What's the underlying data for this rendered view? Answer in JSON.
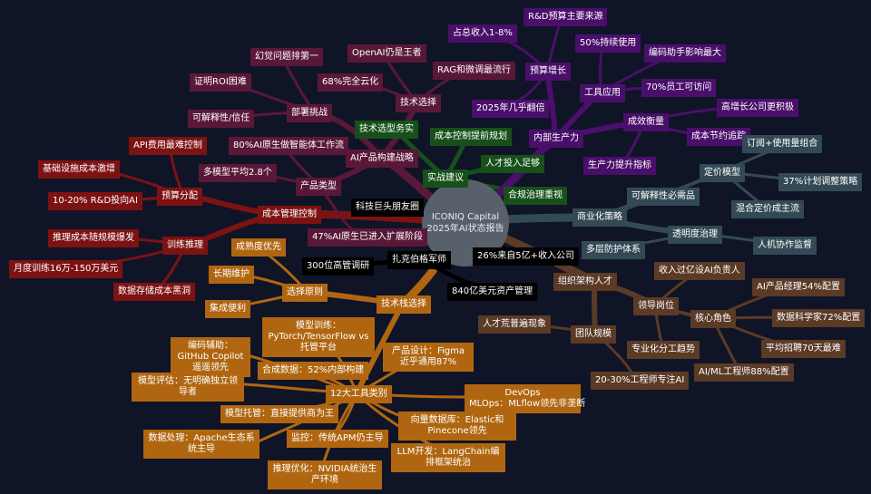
{
  "center": {
    "line1": "ICONIQ Capital",
    "line2": "2025年AI状态报告"
  },
  "colors": {
    "red": "#7d1212",
    "pink": "#5a1838",
    "purple": "#4a0f6a",
    "green": "#17501a",
    "teal": "#334a55",
    "brown": "#5b3a26",
    "orange": "#b06610",
    "black": "#000000"
  },
  "labels": {
    "cost_control": "成本管理控制",
    "budget_alloc": "预算分配",
    "api_cost": "API费用最难控制",
    "infra_cost": "基础设施成本激增",
    "rd_to_ai": "10-20% R&D投向AI",
    "training_infer": "训练推理",
    "infer_cost": "推理成本随规模爆发",
    "train_cost": "月度训练16万-150万美元",
    "storage_cost": "数据存储成本黑洞",
    "tech_giants": "科技巨头朋友圈",
    "product_strategy": "AI产品构建战略",
    "ai_native_agent": "80%AI原生做智能体工作流",
    "product_type": "产品类型",
    "multi_model": "多模型平均2.8个",
    "ai_native_scale": "47%AI原生已进入扩展阶段",
    "deploy_challenge": "部署挑战",
    "hallucination": "幻觉问题排第一",
    "prove_roi": "证明ROI困难",
    "explain_trust": "可解释性/信任",
    "tech_choice": "技术选择",
    "openai_king": "OpenAI仍是王者",
    "cloud68": "68%完全云化",
    "rag_ft": "RAG和微调最流行",
    "tech_selection_affairs": "技术选型务实",
    "practice_advice": "实战建议",
    "cost_control_plan": "成本控制提前规划",
    "talent_input": "人才投入足够",
    "compliance": "合规治理重视",
    "internal_productivity": "内部生产力",
    "budget_growth": "预算增长",
    "rd_budget_source": "R&D预算主要来源",
    "share_1_8": "占总收入1-8%",
    "double_2025": "2025年几乎翻倍",
    "tool_use": "工具应用",
    "use50": "50%持续使用",
    "coding_assist": "编码助手影响最大",
    "staff70": "70%员工可访问",
    "effect_measure": "成效衡量",
    "high_growth": "高增长公司更积极",
    "cost_track": "成本节约追踪",
    "productivity_metric": "生产力提升指标",
    "commercial": "商业化策略",
    "explain_need": "可解释性必需品",
    "pricing_model": "定价模型",
    "sub_usage": "订阅+使用量组合",
    "plan37": "37%计划调整策略",
    "hybrid_pricing": "混合定价成主流",
    "transparency": "透明度治理",
    "human_ai": "人机协作监督",
    "multi_protect": "多层防护体系",
    "rev26": "26%来自5亿+收入公司",
    "org_talent": "组织架构人才",
    "leader_role": "领导岗位",
    "revenue500": "收入过亿设AI负责人",
    "specialized": "专业化分工趋势",
    "core_role": "核心角色",
    "ai_pm": "AI产品经理54%配置",
    "ds72": "数据科学家72%配置",
    "hire70": "平均招聘70天最难",
    "ml88": "AI/ML工程师88%配置",
    "team_size": "团队规模",
    "talent_shortage": "人才荒普遍现象",
    "ai20_30": "20-30%工程师专注AI",
    "paints": "扎克伯格军师",
    "execs300": "300位高管调研",
    "aum84": "840亿美元资产管理",
    "tech_stack": "技术栈选择",
    "select_principle": "选择原则",
    "mature_first": "成熟度优先",
    "long_maint": "长期维护",
    "integration": "集成便利",
    "tools12": "12大工具类别",
    "model_train": "模型训练：PyTorch/TensorFlow vs 托管平台",
    "coding_aid": "编码辅助：GitHub Copilot遥遥领先",
    "synthetic": "合成数据：52%内部构建",
    "product_design": "产品设计：Figma近乎通用87%",
    "model_eval": "模型评估：无明确独立领导者",
    "model_host": "模型托管：直接提供商为王",
    "devops": "DevOps",
    "mlops": "MLOps：MLflow领先非垄断",
    "vectordb": "向量数据库：Elastic和Pinecone领先",
    "data_proc": "数据处理：Apache生态系统主导",
    "monitor": "监控：传统APM仍主导",
    "llm_dev": "LLM开发：LangChain编排框架统治",
    "infer_opt": "推理优化：NVIDIA统治生产环境"
  }
}
